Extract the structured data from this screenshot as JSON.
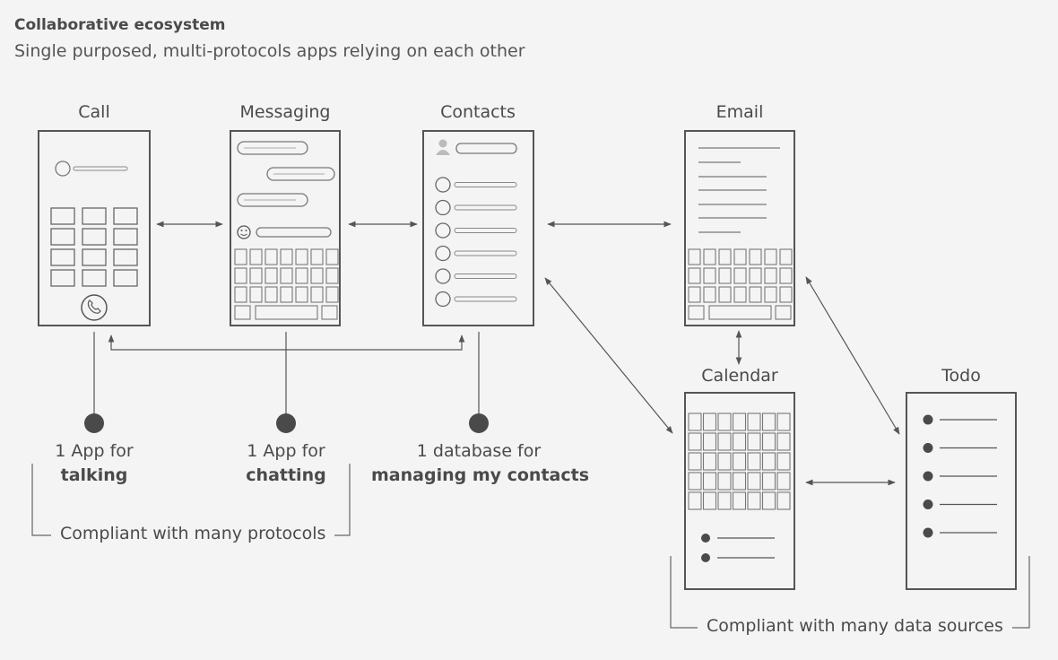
{
  "header": {
    "title": "Collaborative ecosystem",
    "subtitle": "Single purposed, multi-protocols apps relying on each other"
  },
  "apps": {
    "call": "Call",
    "messaging": "Messaging",
    "contacts": "Contacts",
    "email": "Email",
    "calendar": "Calendar",
    "todo": "Todo"
  },
  "descriptions": {
    "call": {
      "line1": "1 App for",
      "emphasis": "talking"
    },
    "messaging": {
      "line1": "1 App for",
      "emphasis": "chatting"
    },
    "contacts": {
      "line1": "1 database for",
      "emphasis": "managing my contacts"
    }
  },
  "brackets": {
    "protocols": "Compliant with many protocols",
    "data_sources": "Compliant with many data sources"
  },
  "colors": {
    "stroke": "#555555",
    "light_stroke": "#888888",
    "dot": "#4a4a4a",
    "background": "#f4f4f4"
  }
}
